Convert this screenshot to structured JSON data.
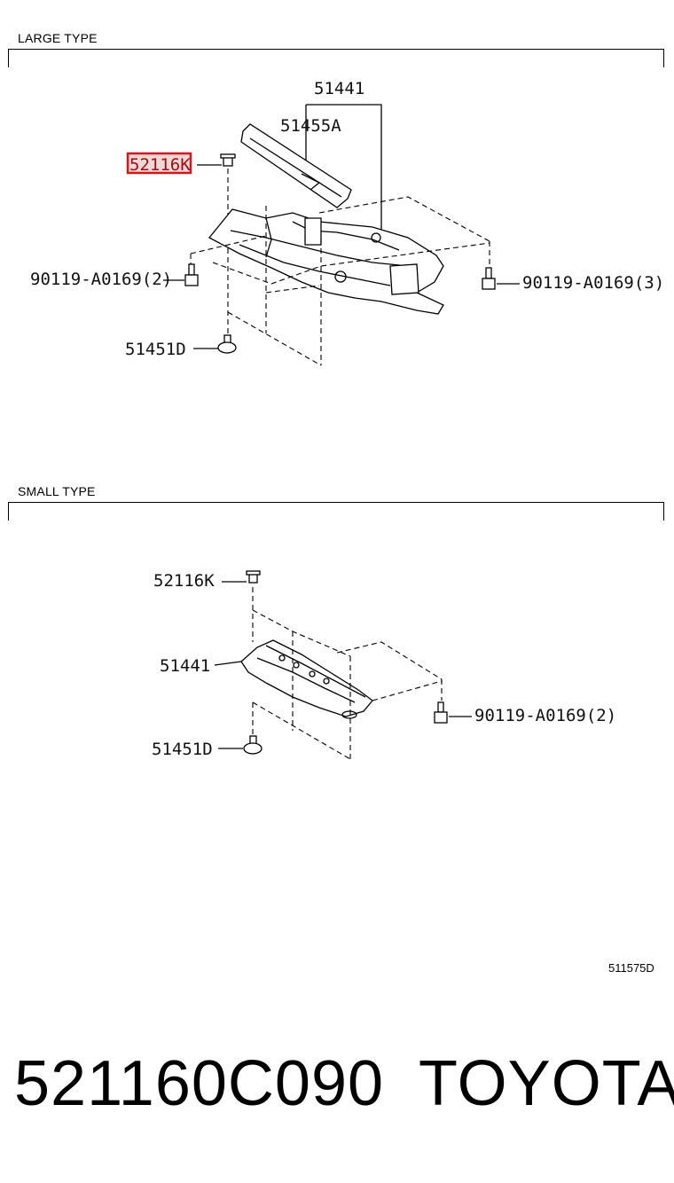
{
  "sections": [
    {
      "title": "LARGE TYPE",
      "labels": {
        "assembly": "51441",
        "rail": "51455A",
        "clip_highlighted": "52116K",
        "bolt_left": "90119-A0169(2)",
        "bolt_right": "90119-A0169(3)",
        "nut": "51451D"
      },
      "highlight_color": "#d01818"
    },
    {
      "title": "SMALL TYPE",
      "labels": {
        "clip": "52116K",
        "assembly": "51441",
        "bolt_right": "90119-A0169(2)",
        "nut": "51451D"
      }
    }
  ],
  "illustration_ref": "511575D",
  "footer": {
    "part_number": "521160C090",
    "brand": "TOYOTA"
  }
}
